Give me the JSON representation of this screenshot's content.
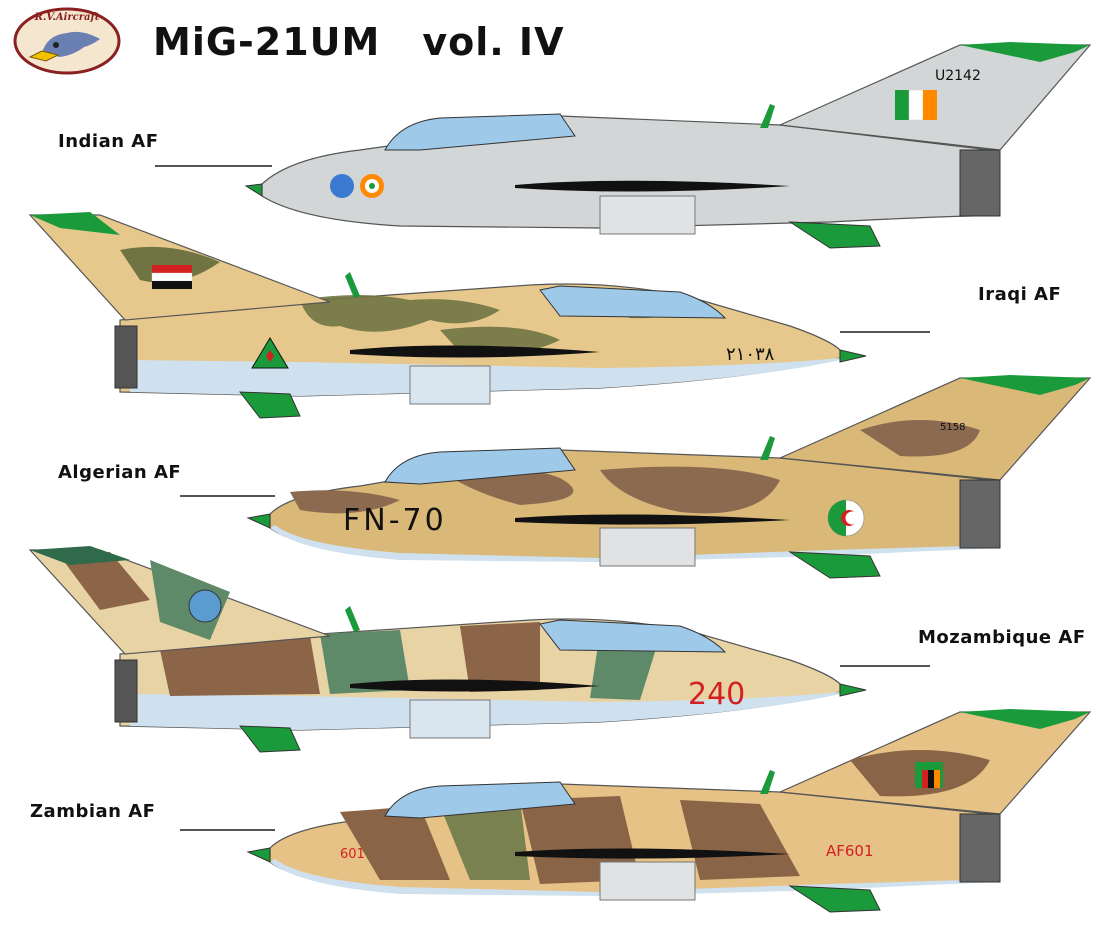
{
  "header": {
    "brand_logo_text": "R.V.Aircraft",
    "title": "MiG-21UM",
    "volume": "vol. IV"
  },
  "aircraft": [
    {
      "air_force": "Indian AF",
      "serial": "U2142",
      "scheme": "grey",
      "colors": {
        "base": "#d3d6d7",
        "belly": "#d3d6d7",
        "accent": "#1a9a3a",
        "flag": [
          "#ff8a00",
          "#ffffff",
          "#1a9a3a"
        ]
      }
    },
    {
      "air_force": "Iraqi AF",
      "serial": "٢١٠٣٨",
      "scheme": "sand-green",
      "colors": {
        "base": "#e7c88c",
        "camo": "#6f7442",
        "belly": "#cfe0ee",
        "accent": "#1a9a3a"
      }
    },
    {
      "air_force": "Algerian AF",
      "serial": "FN-70",
      "tail_serial": "5158",
      "scheme": "sand-brown",
      "colors": {
        "base": "#d9b878",
        "camo": "#8c6a50",
        "belly": "#cfe0ee",
        "accent": "#1a9a3a"
      }
    },
    {
      "air_force": "Mozambique AF",
      "serial": "240",
      "scheme": "sand-green-brown",
      "colors": {
        "base": "#e8d3a5",
        "camo": "#5f8a6a",
        "camo2": "#8c6448",
        "belly": "#cfe0ee",
        "accent": "#1a9a3a",
        "number": "#d32020"
      }
    },
    {
      "air_force": "Zambian AF",
      "serial": "AF601",
      "nose_number": "601",
      "scheme": "sand-brown-green",
      "colors": {
        "base": "#e6c287",
        "camo": "#8a6446",
        "camo2": "#7a8150",
        "belly": "#cfe0ee",
        "accent": "#1a9a3a",
        "number": "#d32020"
      }
    }
  ]
}
